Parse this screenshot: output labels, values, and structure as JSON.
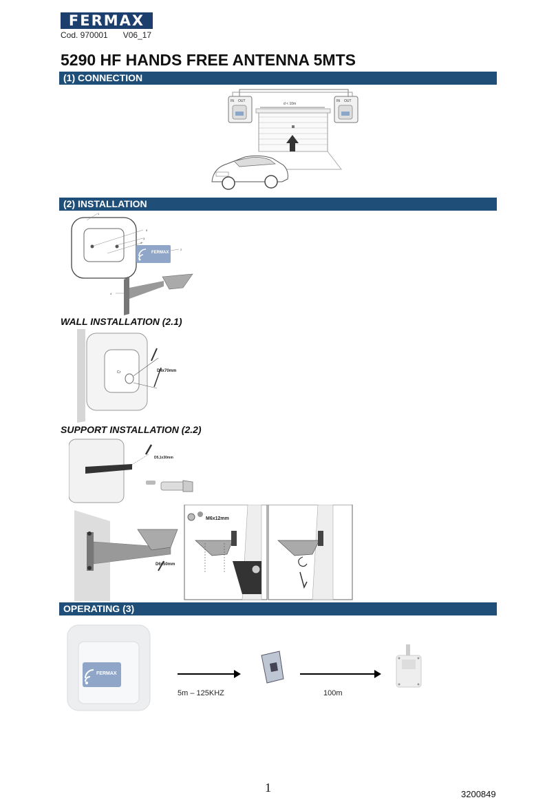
{
  "header": {
    "logo": "FERMAX",
    "code": "Cod. 970001",
    "version": "V06_17"
  },
  "title": "5290 HF HANDS FREE ANTENNA 5MTS",
  "sections": {
    "connection": "(1) CONNECTION",
    "installation": "(2) INSTALLATION",
    "wall": "WALL INSTALLATION (2.1)",
    "support": "SUPPORT INSTALLATION (2.2)",
    "operating": "OPERATING (3)"
  },
  "connection_figure": {
    "in_label": "IN",
    "out_label": "OUT",
    "distance": "d < 10m"
  },
  "installation_figure": {
    "callouts": [
      "1",
      "2",
      "3",
      "4",
      "5"
    ],
    "badge_logo": "FERMAX"
  },
  "wall_figure": {
    "screw": "D4x70mm"
  },
  "support_figure": {
    "screw_top": "D5,1x30mm",
    "screw_m6": "M6x12mm",
    "screw_bottom": "D6x50mm"
  },
  "operating_figure": {
    "badge_logo": "FERMAX",
    "range_1": "5m – 125KHZ",
    "range_2": "100m"
  },
  "footer": {
    "page": "1",
    "doc_number": "3200849"
  }
}
